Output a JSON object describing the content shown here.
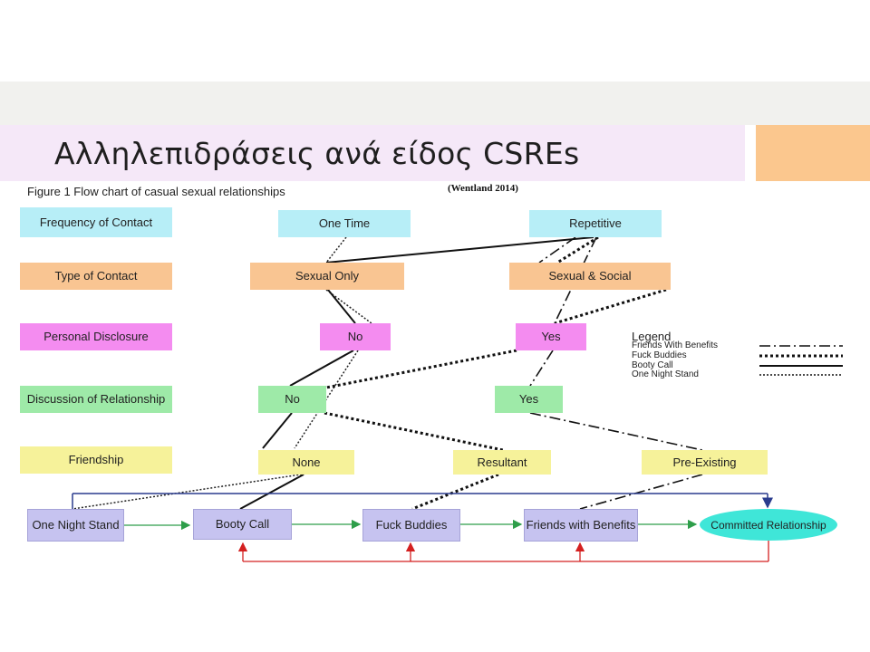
{
  "slide": {
    "title": "Αλληλεπιδράσεις ανά είδος CSREs",
    "citation": "(Wentland 2014)"
  },
  "figure": {
    "caption": "Figure 1 Flow chart of casual sexual relationships",
    "categories": {
      "frequency": "Frequency of Contact",
      "type": "Type of Contact",
      "disclosure": "Personal Disclosure",
      "discussion": "Discussion of Relationship",
      "friendship": "Friendship"
    },
    "nodes": {
      "one_time": "One Time",
      "repetitive": "Repetitive",
      "sexual_only": "Sexual Only",
      "sexual_social": "Sexual & Social",
      "disclosure_no": "No",
      "disclosure_yes": "Yes",
      "discussion_no": "No",
      "discussion_yes": "Yes",
      "none": "None",
      "resultant": "Resultant",
      "pre_existing": "Pre-Existing"
    },
    "outcomes": {
      "one_night_stand": "One Night Stand",
      "booty_call": "Booty Call",
      "fuck_buddies": "Fuck Buddies",
      "friends_with_benefits": "Friends with Benefits",
      "committed": "Committed Relationship"
    },
    "legend": {
      "title": "Legend",
      "items": [
        {
          "label": "Friends With Benefits",
          "style": "dash-dot"
        },
        {
          "label": "Fuck Buddies",
          "style": "dotted-bold"
        },
        {
          "label": "Booty Call",
          "style": "solid"
        },
        {
          "label": "One Night Stand",
          "style": "dotted-fine"
        }
      ]
    },
    "colors": {
      "forward_arrows": "#2e9e4a",
      "return_arrows": "#d42020",
      "top_connector": "#2a3c8e"
    }
  }
}
